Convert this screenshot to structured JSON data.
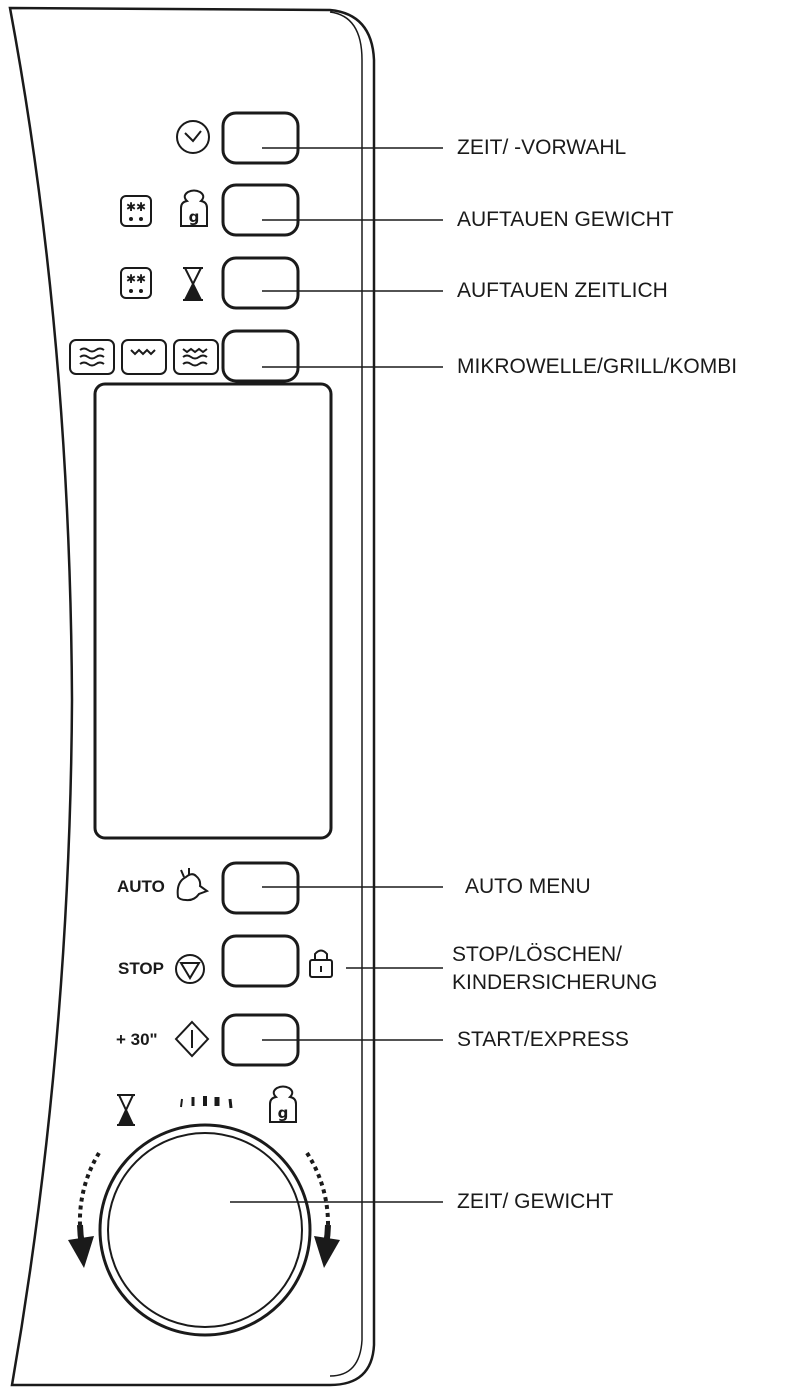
{
  "labels": {
    "time_preset": "ZEIT/ -VORWAHL",
    "defrost_weight": "AUFTAUEN GEWICHT",
    "defrost_time": "AUFTAUEN ZEITLICH",
    "micro_grill_combi": "MIKROWELLE/GRILL/KOMBI",
    "auto_menu": "AUTO MENU",
    "stop_line1": "STOP/LÖSCHEN/",
    "stop_line2": "KINDERSICHERUNG",
    "start_express": "START/EXPRESS",
    "time_weight": "ZEIT/ GEWICHT"
  },
  "panel_markings": {
    "auto": "AUTO",
    "stop": "STOP",
    "plus30": "+ 30\"",
    "weight_glyph": "g"
  },
  "icons": [
    "clock-icon",
    "snowflake-drops-icon",
    "weight-icon",
    "hourglass-icon",
    "microwave-waves-icon",
    "grill-icon",
    "combi-icon",
    "chicken-icon",
    "stop-triangle-icon",
    "start-diamond-icon",
    "lock-icon",
    "dial-knob",
    "rotate-left-arrow-icon",
    "rotate-right-arrow-icon"
  ],
  "colors": {
    "line": "#1a1a1a",
    "background": "#ffffff"
  }
}
